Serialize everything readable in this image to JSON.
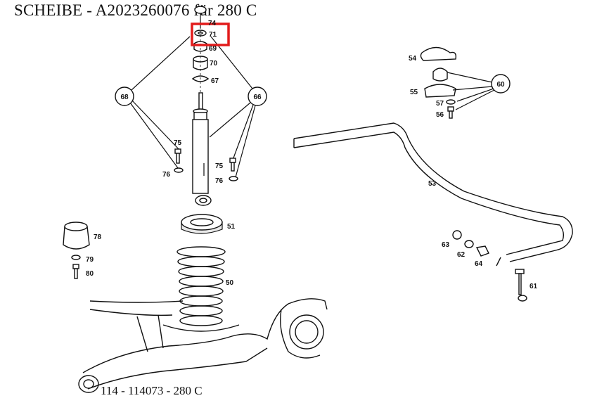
{
  "title": "SCHEIBE  - A2023260076 für 280 C",
  "footer": "114 - 114073 - 280 C",
  "highlight_color": "#e21b1b",
  "highlighted_part": "71",
  "labels": {
    "p74": "74",
    "p71": "71",
    "p69": "69",
    "p70": "70",
    "p67": "67",
    "p68": "68",
    "p66": "66",
    "p75a": "75",
    "p76a": "76",
    "p75b": "75",
    "p76b": "76",
    "p51": "51",
    "p50": "50",
    "p78": "78",
    "p79": "79",
    "p80": "80",
    "p54": "54",
    "p55": "55",
    "p57": "57",
    "p56": "56",
    "p60": "60",
    "p53": "53",
    "p63": "63",
    "p62": "62",
    "p64": "64",
    "p61": "61"
  }
}
